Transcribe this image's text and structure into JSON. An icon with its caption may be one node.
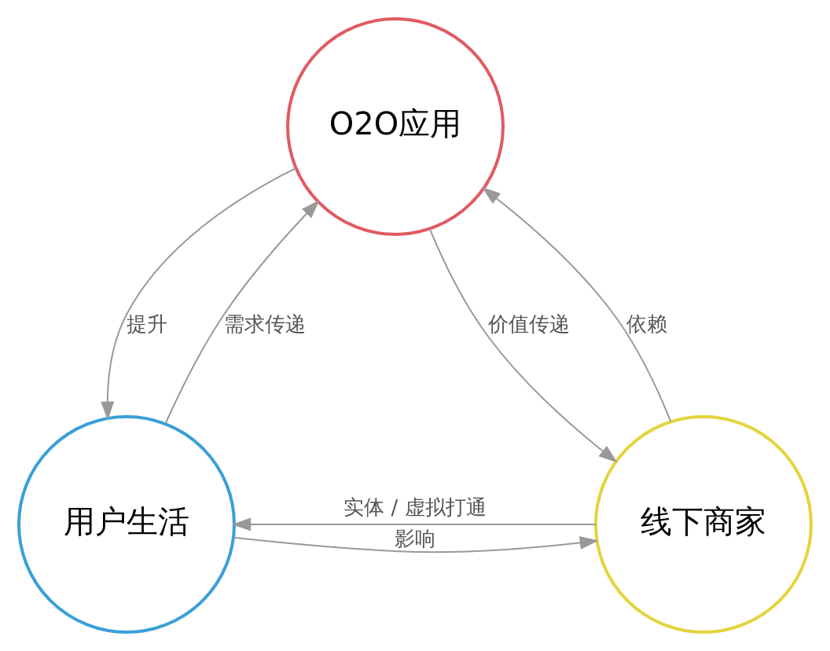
{
  "diagram": {
    "nodes": [
      {
        "text": [
          "O2O应用"
        ]
      },
      {
        "text": [
          "用户生活"
        ]
      },
      {
        "text": [
          "线下商家"
        ]
      }
    ],
    "edges": [
      {
        "from": 1,
        "to": 0,
        "arrow": "to",
        "label": "需求传递"
      },
      {
        "from": 0,
        "to": 1,
        "arrow": "to",
        "label": "提升"
      },
      {
        "from": 2,
        "to": 0,
        "arrow": "to",
        "label": "依赖"
      },
      {
        "from": 0,
        "to": 2,
        "arrow": "to",
        "label": "价值传递"
      },
      {
        "from": 1,
        "to": 2,
        "arrow": "to",
        "label": "影响"
      },
      {
        "from": 2,
        "to": 1,
        "arrow": "to",
        "label": "实体 / 虚拟打通"
      }
    ]
  }
}
